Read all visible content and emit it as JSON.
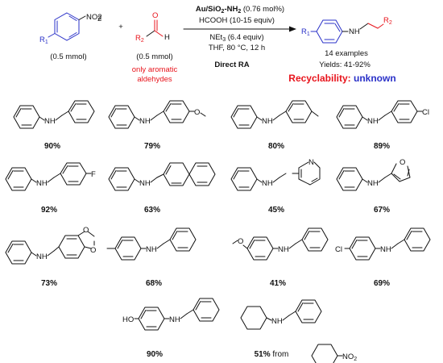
{
  "reaction": {
    "reactant1": {
      "group": "NO2",
      "substituent": "R",
      "substituent_index": "1",
      "amount": "(0.5 mmol)"
    },
    "plus": "+",
    "reactant2": {
      "atom_o": "O",
      "atom_h": "H",
      "substituent": "R",
      "substituent_index": "2",
      "amount": "(0.5 mmol)",
      "note_line1": "only aromatic",
      "note_line2": "aldehydes"
    },
    "conditions": {
      "catalyst_a": "Au/SiO",
      "catalyst_sub1": "2",
      "catalyst_b": "-NH",
      "catalyst_sub2": "2",
      "catalyst_loading": " (0.76 mol%)",
      "reductant": "HCOOH (10-15 equiv)",
      "base_a": "NEt",
      "base_sub": "3",
      "base_b": " (6.4 equiv)",
      "solvent": "THF, 80 °C, 12 h",
      "method": "Direct RA"
    },
    "product": {
      "r1": "R",
      "r1_index": "1",
      "nh": "NH",
      "r2": "R",
      "r2_index": "2",
      "examples": "14 examples",
      "yields": "Yields: 41-92%",
      "recyclability_label": "Recyclability:",
      "recyclability_value": "unknown"
    }
  },
  "labels": {
    "nh": "NH",
    "n": "N",
    "o": "O",
    "f": "F",
    "cl": "Cl",
    "ho": "HO",
    "from": "from",
    "no2": "NO"
  },
  "products": [
    {
      "yield": "90%"
    },
    {
      "yield": "79%"
    },
    {
      "yield": "80%"
    },
    {
      "yield": "89%"
    },
    {
      "yield": "92%"
    },
    {
      "yield": "63%"
    },
    {
      "yield": "45%"
    },
    {
      "yield": "67%"
    },
    {
      "yield": "73%"
    },
    {
      "yield": "68%"
    },
    {
      "yield": "41%"
    },
    {
      "yield": "69%"
    },
    {
      "yield": "90%"
    },
    {
      "yield": "51%"
    }
  ],
  "colors": {
    "red": "#e8141c",
    "blue": "#2a31c8",
    "black": "#111111"
  }
}
